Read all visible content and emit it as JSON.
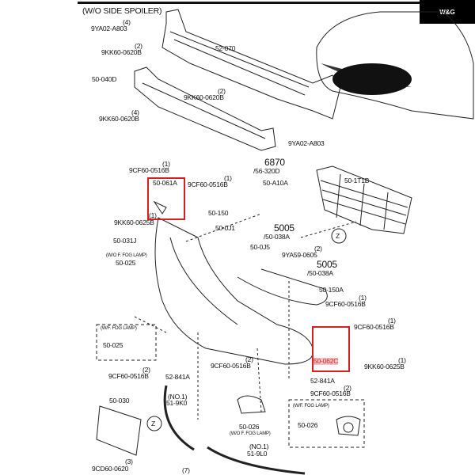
{
  "brand": {
    "logo_text": "W&G"
  },
  "header": {
    "title": "(W/O SIDE SPOILER)"
  },
  "labels": {
    "l1": "9YA02-A803",
    "l1q": "(4)",
    "l2": "9KK60-0620B",
    "l2q": "(2)",
    "l3": "52-070",
    "l4": "50-040D",
    "l5": "9KK60-0620B",
    "l5q": "(2)",
    "l6": "9KK60-0620B",
    "l6q": "(4)",
    "l7": "9YA02-A803",
    "l8": "9CF60-0516B",
    "l8q": "(1)",
    "l9": "50-061A",
    "l10": "9CF60-0516B",
    "l10q": "(1)",
    "l11": "9KK60-0625B",
    "l11q": "(1)",
    "l12": "50-150",
    "l13": "6870",
    "l13b": "/56-320D",
    "l14": "50-A10A",
    "l15": "50-1T1B",
    "l16": "50-031J",
    "l17": "50-0J1",
    "l18": "5005",
    "l18b": "/50-038A",
    "l19": "50-0J5",
    "l20": "9YA59-0605",
    "l20q": "(2)",
    "l21": "5005",
    "l21b": "/50-038A",
    "l22": "(W/O F. FOG LAMP)",
    "l23": "50-025",
    "l24": "50-150A",
    "l25": "9CF60-0516B",
    "l25q": "(1)",
    "l26": "9CF60-0516B",
    "l26q": "(1)",
    "l27": "(W/F. FOG LAMP)",
    "l28": "50-025",
    "l29": "50-062C",
    "l30": "9KK60-0625B",
    "l30q": "(1)",
    "l31": "9CF60-0516B",
    "l31q": "(2)",
    "l32": "9CF60-0516B",
    "l32q": "(2)",
    "l33": "52-841A",
    "l34": "52-841A",
    "l35": "9CF60-0516B",
    "l35q": "(2)",
    "l36": "50-030",
    "l37": "(NO.1)",
    "l37b": "51-9K0",
    "l38": "Z",
    "l39": "Z",
    "l40": "50-026",
    "l40b": "(W/O F. FOG LAMP)",
    "l41": "(W/F. FOG LAMP)",
    "l42": "50-026",
    "l43": "(NO.1)",
    "l43b": "51-9L0",
    "l44": "9CD60-0620",
    "l44q": "(3)",
    "l45": "(7)"
  },
  "colors": {
    "highlight": "#d32020",
    "line": "#111111"
  }
}
